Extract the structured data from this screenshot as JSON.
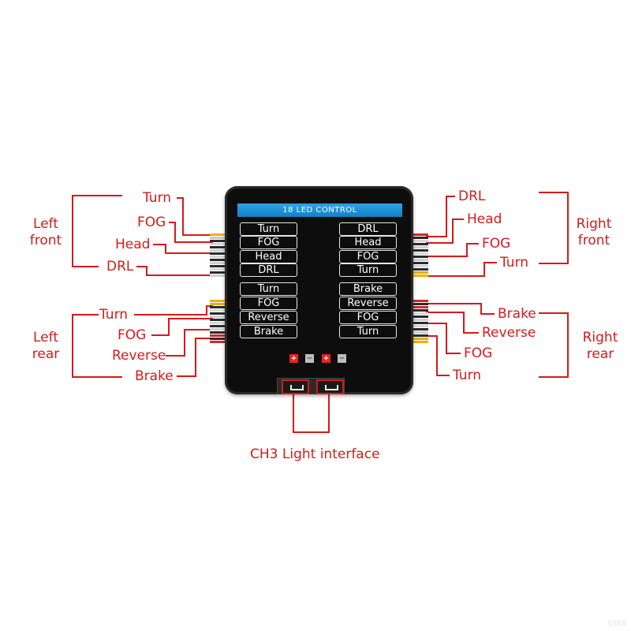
{
  "device": {
    "header": "18 LED CONTROL",
    "left_slots": [
      "Turn",
      "FOG",
      "Head",
      "DRL",
      "Turn",
      "FOG",
      "Reverse",
      "Brake"
    ],
    "right_slots": [
      "DRL",
      "Head",
      "FOG",
      "Turn",
      "Brake",
      "Reverse",
      "FOG",
      "Turn"
    ],
    "buttons": [
      "+",
      "−",
      "+",
      "−"
    ]
  },
  "groups": {
    "left_front": "Left\nfront",
    "left_rear": "Left\nrear",
    "right_front": "Right\nfront",
    "right_rear": "Right\nrear"
  },
  "callouts": {
    "left": [
      "Turn",
      "FOG",
      "Head",
      "DRL",
      "Turn",
      "FOG",
      "Reverse",
      "Brake"
    ],
    "right": [
      "DRL",
      "Head",
      "FOG",
      "Turn",
      "Brake",
      "Reverse",
      "FOG",
      "Turn"
    ]
  },
  "interface_label": "CH3 Light interface",
  "watermark": "LSEB",
  "colors": {
    "callout": "#d51a1a",
    "header_bar": "#1f8fd6",
    "body": "#0d0d0d"
  }
}
